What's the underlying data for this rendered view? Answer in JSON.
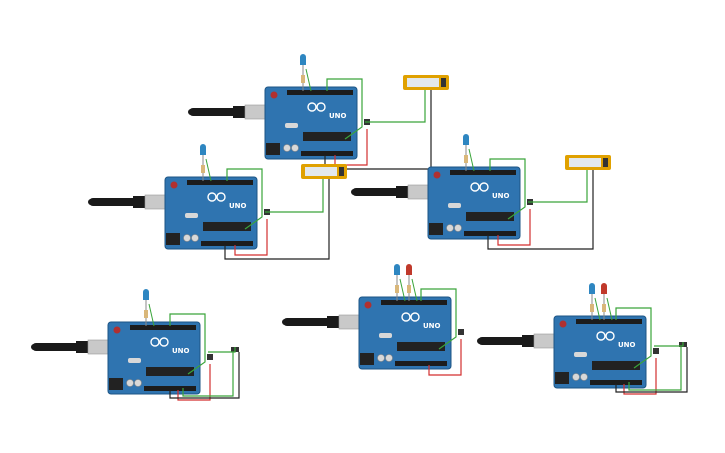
{
  "canvas": {
    "background": "#ffffff"
  },
  "colors": {
    "board": "#2f74b0",
    "board_dark": "#1d5585",
    "header": "#1c1c1c",
    "chip": "#222222",
    "usb_metal": "#c9c9c9",
    "cable": "#1a1a1a",
    "lcd_frame": "#e0a100",
    "lcd_screen": "#e3e8ec",
    "wire_green": "#3aa53a",
    "wire_red": "#d32f2f",
    "wire_black": "#222222",
    "led_blue": "#2e86c1",
    "led_red": "#c0392b",
    "resistor": "#d9b77a"
  },
  "board_label": "UNO",
  "boards": [
    {
      "id": "board-1",
      "leds": [
        "blue"
      ],
      "lcd": true,
      "switch": false
    },
    {
      "id": "board-2",
      "leds": [
        "blue"
      ],
      "lcd": true,
      "switch": false
    },
    {
      "id": "board-3",
      "leds": [
        "blue"
      ],
      "lcd": true,
      "switch": false
    },
    {
      "id": "board-4",
      "leds": [
        "blue"
      ],
      "lcd": false,
      "switch": true
    },
    {
      "id": "board-5",
      "leds": [
        "blue",
        "red"
      ],
      "lcd": false,
      "switch": false
    },
    {
      "id": "board-6",
      "leds": [
        "blue",
        "red"
      ],
      "lcd": false,
      "switch": true
    }
  ]
}
